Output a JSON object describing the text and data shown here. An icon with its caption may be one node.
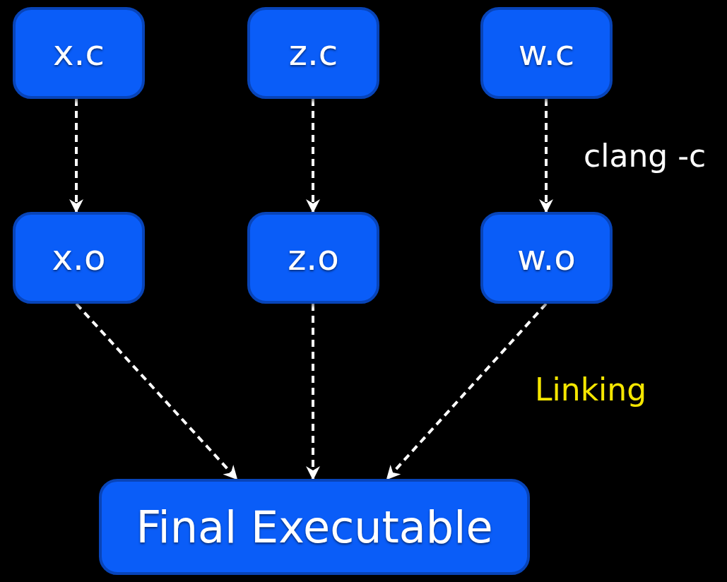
{
  "diagram": {
    "nodes": [
      {
        "text": [
          "x.c"
        ]
      },
      {
        "text": [
          "z.c"
        ]
      },
      {
        "text": [
          "w.c"
        ]
      },
      {
        "text": [
          "x.o"
        ]
      },
      {
        "text": [
          "z.o"
        ]
      },
      {
        "text": [
          "w.o"
        ]
      },
      {
        "text": [
          "Final Executable"
        ]
      }
    ],
    "edges": [
      {
        "from": 0,
        "to": 3,
        "arrow": "to",
        "style": "dashed"
      },
      {
        "from": 1,
        "to": 4,
        "arrow": "to",
        "style": "dashed"
      },
      {
        "from": 2,
        "to": 5,
        "arrow": "to",
        "style": "dashed"
      },
      {
        "from": 3,
        "to": 6,
        "arrow": "to",
        "style": "dashed"
      },
      {
        "from": 4,
        "to": 6,
        "arrow": "to",
        "style": "dashed"
      },
      {
        "from": 5,
        "to": 6,
        "arrow": "to",
        "style": "dashed"
      }
    ],
    "labels": [
      "clang -c",
      "Linking"
    ]
  }
}
